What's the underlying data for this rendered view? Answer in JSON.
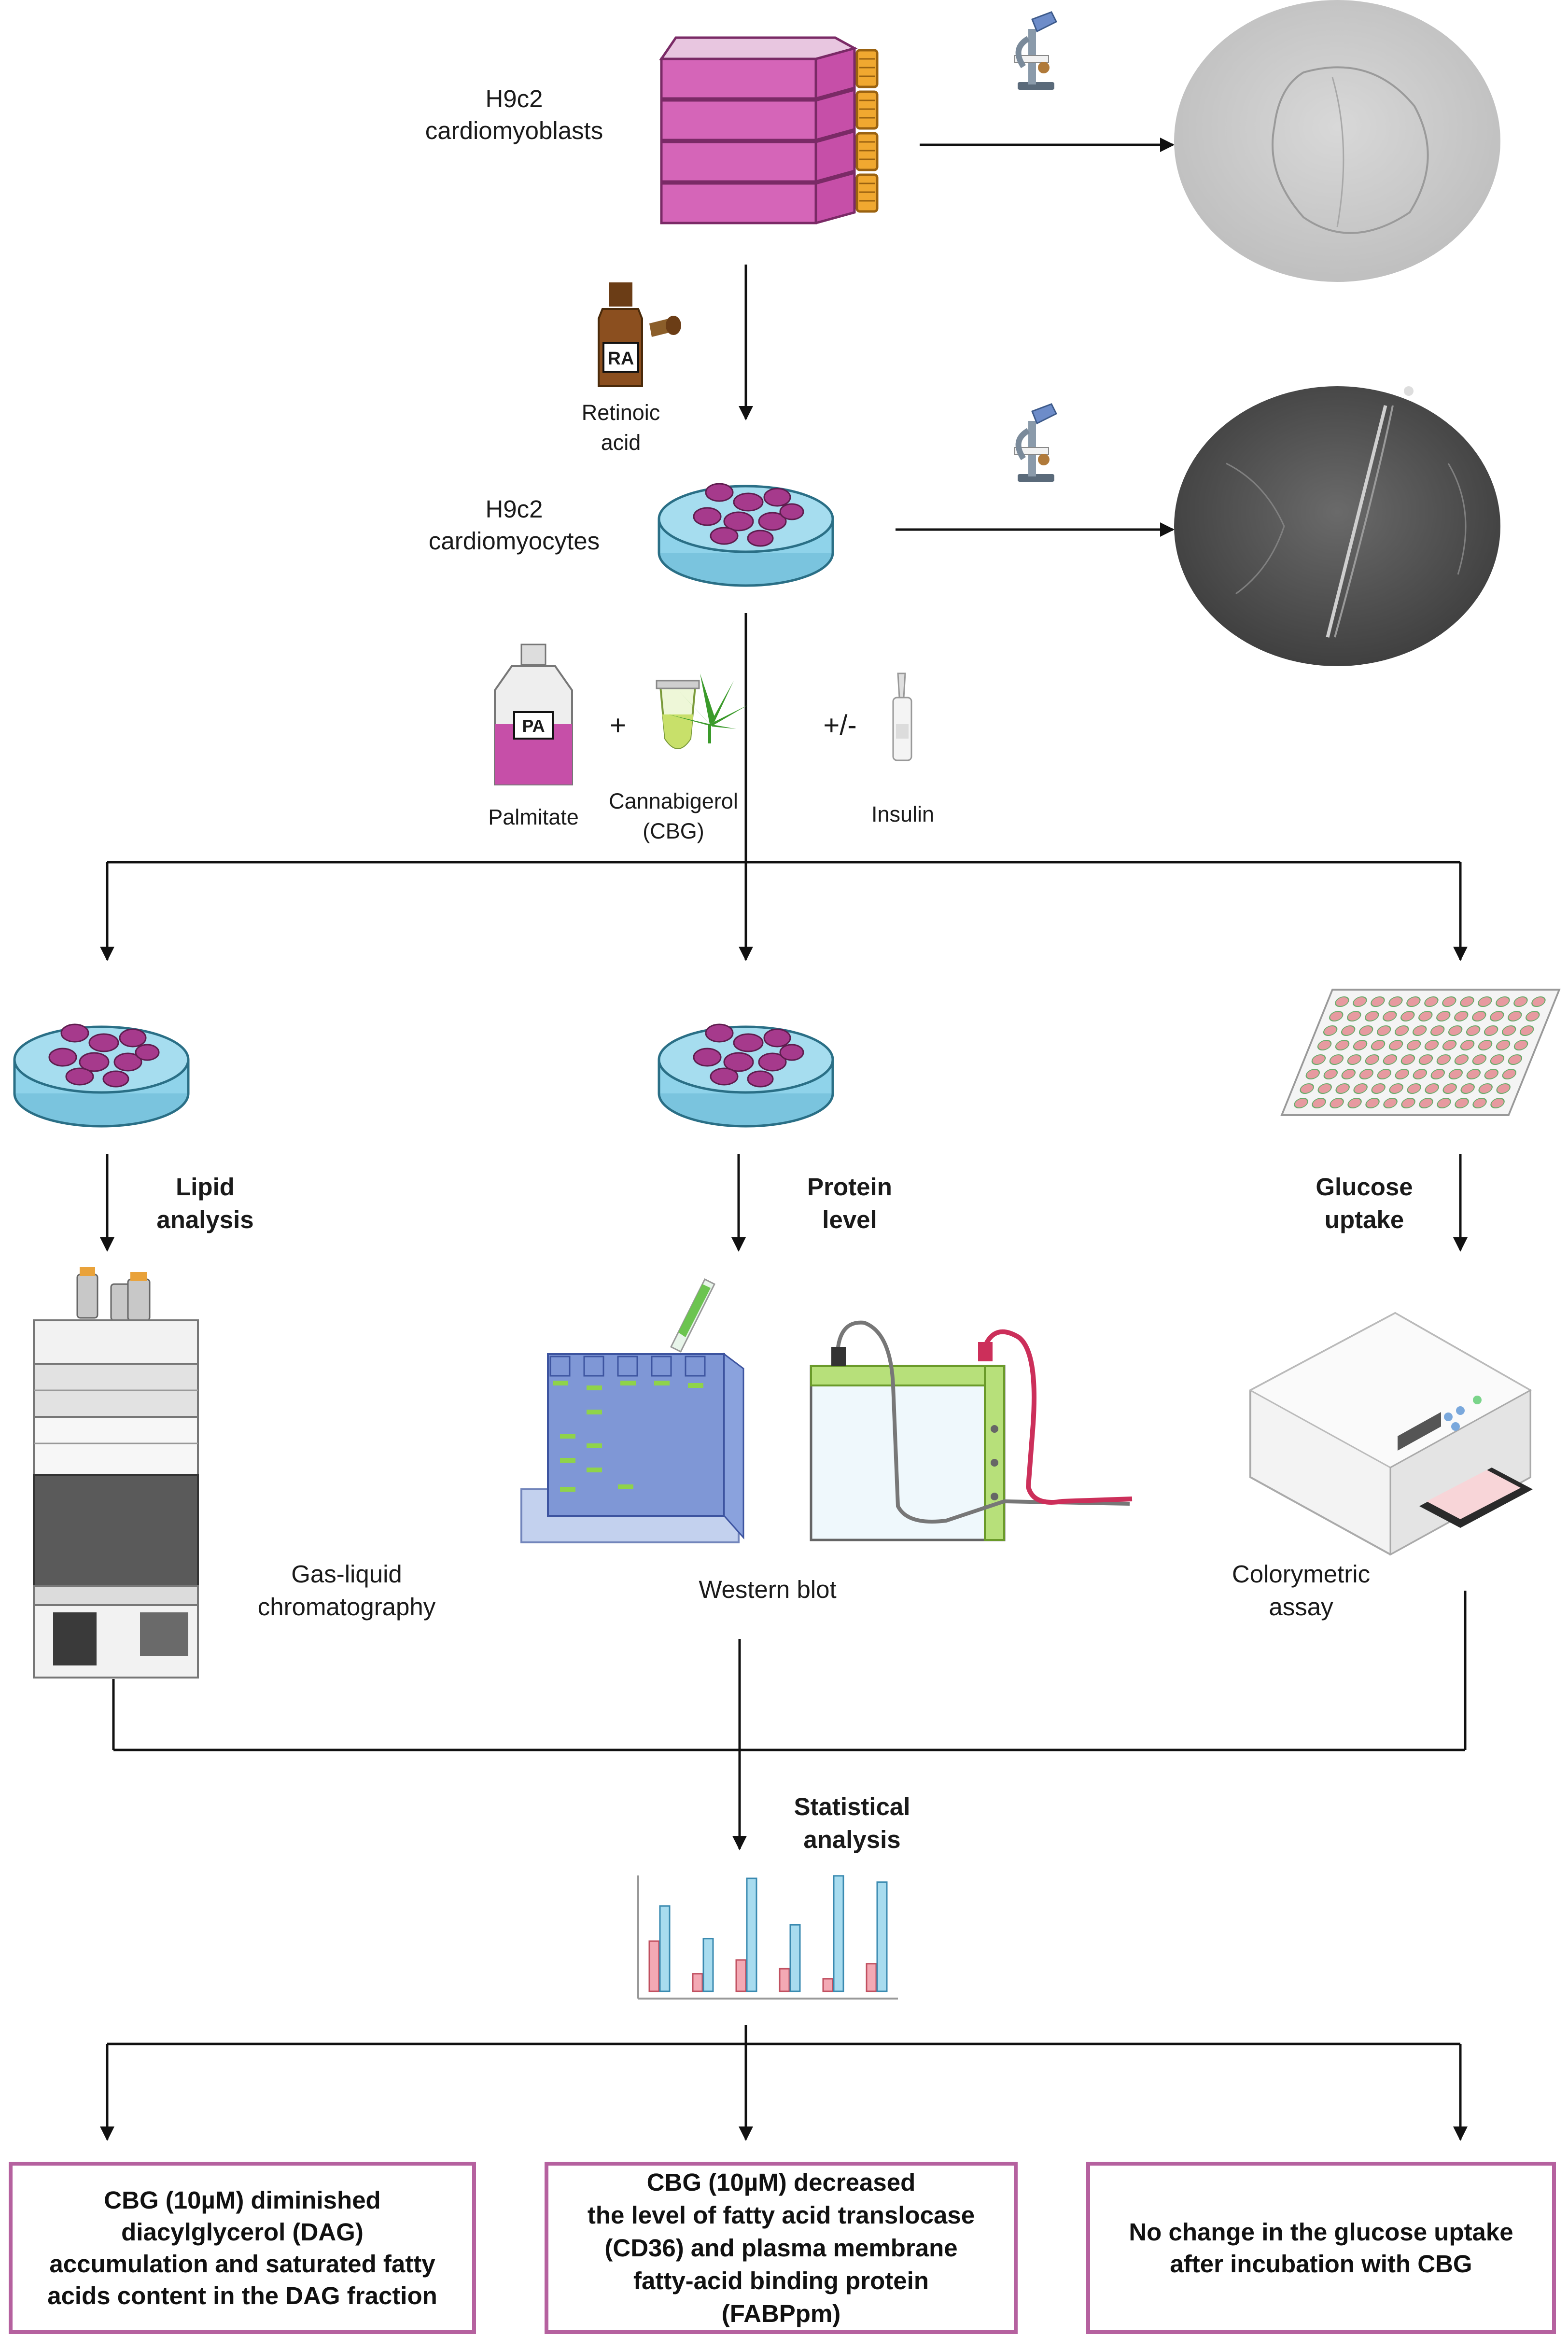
{
  "steps": {
    "cardiomyoblasts": [
      "H9c2",
      "cardiomyoblasts"
    ],
    "retinoic_acid": [
      "Retinoic",
      "acid"
    ],
    "ra_vial_label": "RA",
    "cardiomyocytes": [
      "H9c2",
      "cardiomyocytes"
    ],
    "pa_bottle_label": "PA",
    "palmitate": "Palmitate",
    "plus": "+",
    "cbg": [
      "Cannabigerol",
      "(CBG)"
    ],
    "plus_minus": "+/-",
    "insulin": "Insulin"
  },
  "branches": {
    "lipid": [
      "Lipid",
      "analysis"
    ],
    "protein": [
      "Protein",
      "level"
    ],
    "glucose": [
      "Glucose",
      "uptake"
    ]
  },
  "methods": {
    "glc": [
      "Gas-liquid",
      "chromatography"
    ],
    "western": "Western blot",
    "colorimetric": [
      "Colorymetric",
      "assay"
    ]
  },
  "statistics": [
    "Statistical",
    "analysis"
  ],
  "results": [
    [
      "CBG (10µM) diminished",
      "diacylglycerol (DAG)",
      "accumulation and saturated fatty",
      "acids content in the DAG fraction"
    ],
    [
      "CBG (10µM) decreased",
      "the level of fatty acid translocase",
      "(CD36) and plasma membrane",
      "fatty-acid binding protein",
      "(FABPpm)"
    ],
    [
      "No change in the glucose uptake",
      "after incubation with CBG"
    ]
  ],
  "colors": {
    "flask": "#c64fa8",
    "cap": "#f0a830",
    "cell": "#a63a8c",
    "dish": "#8fd3ea",
    "box_border": "#b5619f",
    "bar_blue": "#a8dcef",
    "bar_red": "#f3a9b4"
  }
}
